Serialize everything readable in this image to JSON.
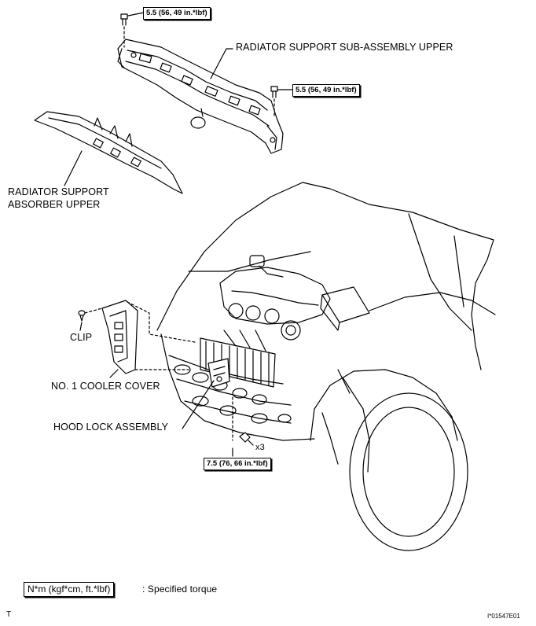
{
  "labels": {
    "radiator_support_upper": "RADIATOR SUPPORT SUB-ASSEMBLY UPPER",
    "absorber_line1": "RADIATOR SUPPORT",
    "absorber_line2": "ABSORBER UPPER",
    "clip": "CLIP",
    "cooler_cover": "NO. 1 COOLER COVER",
    "hood_lock": "HOOD LOCK ASSEMBLY",
    "multiplier": "x3"
  },
  "torque": {
    "top_left": "5.5 (56, 49 in.*lbf)",
    "top_right": "5.5 (56, 49 in.*lbf)",
    "bottom": "7.5 (76, 66 in.*lbf)"
  },
  "legend": {
    "box": "N*m (kgf*cm, ft.*lbf)",
    "description": ": Specified torque"
  },
  "footer": {
    "left_mark": "T",
    "figure_id": "I*01547E01"
  }
}
